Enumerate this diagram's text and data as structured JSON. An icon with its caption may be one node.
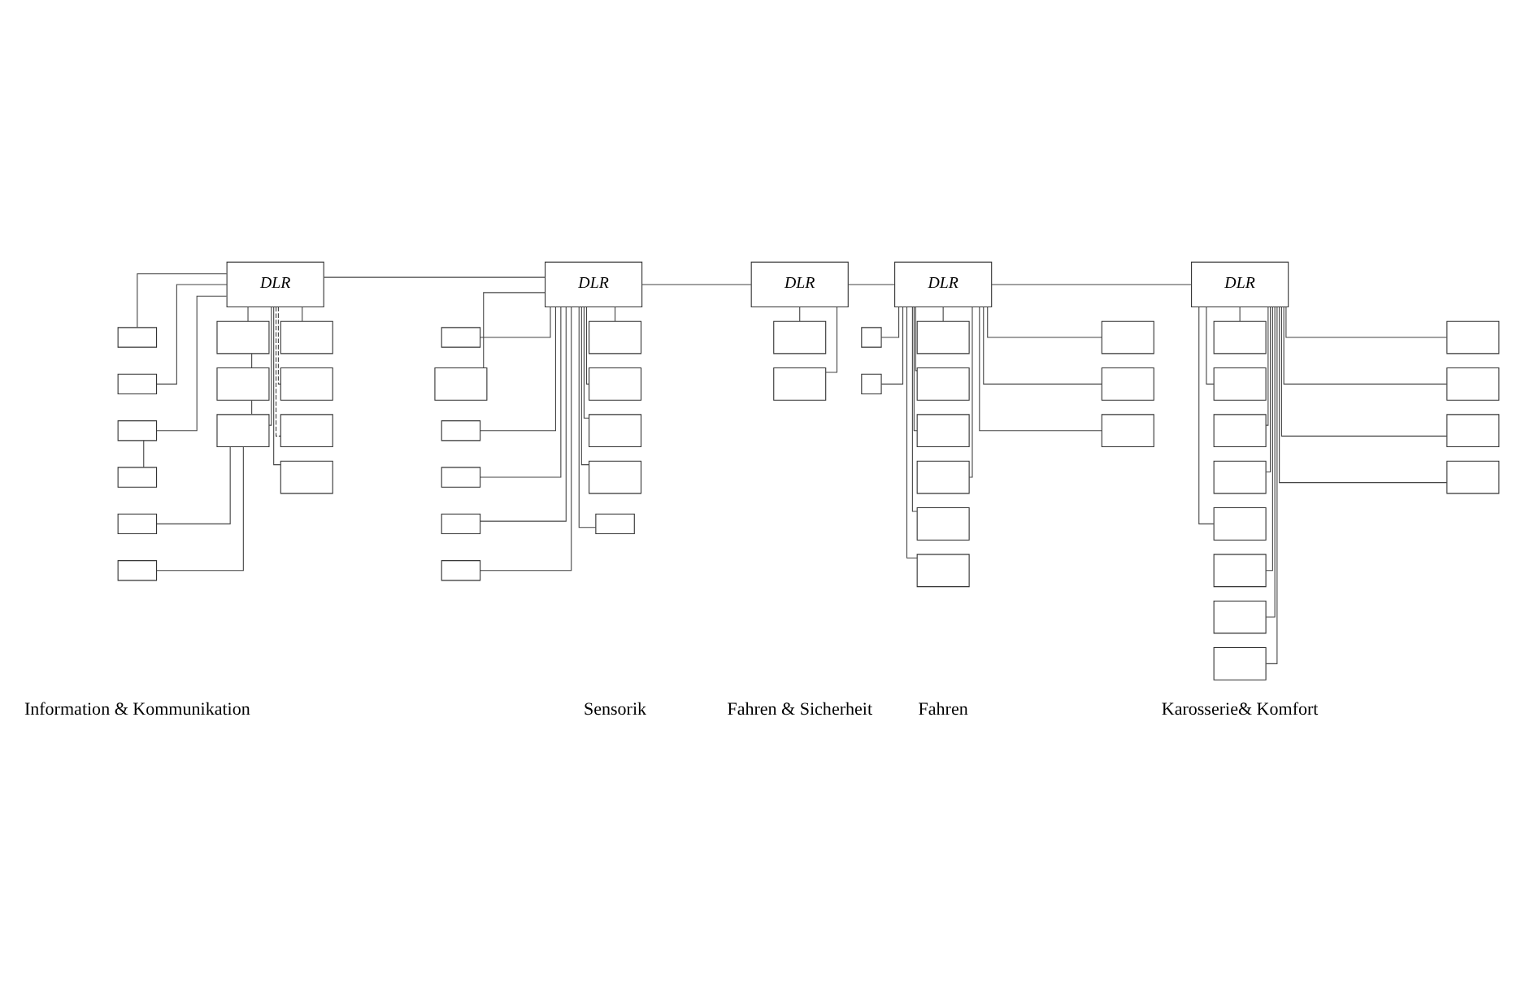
{
  "diagram": {
    "nodes": [
      {
        "text": [
          "DLR"
        ]
      },
      {
        "text": [],
        "shape": "box"
      },
      {
        "text": [],
        "shape": "box"
      },
      {
        "text": [],
        "shape": "box"
      },
      {
        "text": [],
        "shape": "box"
      },
      {
        "text": [],
        "shape": "box"
      },
      {
        "text": [],
        "shape": "box"
      },
      {
        "text": [],
        "shape": "box"
      },
      {
        "text": [],
        "shape": "box"
      },
      {
        "text": [],
        "shape": "box"
      },
      {
        "text": [],
        "shape": "box"
      },
      {
        "text": [],
        "shape": "box"
      },
      {
        "text": [],
        "shape": "box"
      },
      {
        "text": [],
        "shape": "box"
      },
      {
        "text": [
          "DLR"
        ]
      },
      {
        "text": [],
        "shape": "box"
      },
      {
        "text": [],
        "shape": "box"
      },
      {
        "text": [],
        "shape": "box"
      },
      {
        "text": [],
        "shape": "box"
      },
      {
        "text": [],
        "shape": "box"
      },
      {
        "text": [],
        "shape": "box"
      },
      {
        "text": [],
        "shape": "box"
      },
      {
        "text": [],
        "shape": "box"
      },
      {
        "text": [],
        "shape": "box"
      },
      {
        "text": [],
        "shape": "box"
      },
      {
        "text": [],
        "shape": "box"
      },
      {
        "text": [
          "DLR"
        ]
      },
      {
        "text": [],
        "shape": "box"
      },
      {
        "text": [],
        "shape": "box"
      },
      {
        "text": [
          "DLR"
        ]
      },
      {
        "text": [],
        "shape": "box"
      },
      {
        "text": [],
        "shape": "box"
      },
      {
        "text": [],
        "shape": "box"
      },
      {
        "text": [],
        "shape": "box"
      },
      {
        "text": [],
        "shape": "box"
      },
      {
        "text": [],
        "shape": "box"
      },
      {
        "text": [],
        "shape": "box"
      },
      {
        "text": [],
        "shape": "box"
      },
      {
        "text": [],
        "shape": "box"
      },
      {
        "text": [],
        "shape": "box"
      },
      {
        "text": [],
        "shape": "box"
      },
      {
        "text": [
          "DLR"
        ]
      },
      {
        "text": [],
        "shape": "box"
      },
      {
        "text": [],
        "shape": "box"
      },
      {
        "text": [],
        "shape": "box"
      },
      {
        "text": [],
        "shape": "box"
      },
      {
        "text": [],
        "shape": "box"
      },
      {
        "text": [],
        "shape": "box"
      },
      {
        "text": [],
        "shape": "box"
      },
      {
        "text": [],
        "shape": "box"
      },
      {
        "text": [],
        "shape": "box"
      },
      {
        "text": [],
        "shape": "box"
      },
      {
        "text": [],
        "shape": "box"
      },
      {
        "text": [],
        "shape": "box"
      }
    ],
    "edges": [
      {
        "from": 0,
        "to": 14,
        "arrow": "none"
      },
      {
        "from": 14,
        "to": 26,
        "arrow": "none"
      },
      {
        "from": 26,
        "to": 29,
        "arrow": "none"
      },
      {
        "from": 29,
        "to": 41,
        "arrow": "none"
      },
      {
        "from": 0,
        "to": 1,
        "arrow": "none"
      },
      {
        "from": 0,
        "to": 2,
        "arrow": "none"
      },
      {
        "from": 0,
        "to": 3,
        "arrow": "none"
      },
      {
        "from": 3,
        "to": 4,
        "arrow": "none"
      },
      {
        "from": 0,
        "to": 7,
        "arrow": "none"
      },
      {
        "from": 7,
        "to": 8,
        "arrow": "none"
      },
      {
        "from": 8,
        "to": 9,
        "arrow": "none"
      },
      {
        "from": 5,
        "to": 9,
        "arrow": "none"
      },
      {
        "from": 6,
        "to": 9,
        "arrow": "none"
      },
      {
        "from": 9,
        "to": 0,
        "arrow": "none"
      },
      {
        "from": 0,
        "to": 10,
        "arrow": "none"
      },
      {
        "from": 0,
        "to": 11,
        "arrow": "none",
        "style": "dashed"
      },
      {
        "from": 0,
        "to": 12,
        "arrow": "none",
        "style": "dashed"
      },
      {
        "from": 0,
        "to": 13,
        "arrow": "none"
      },
      {
        "from": 14,
        "to": 15,
        "arrow": "none"
      },
      {
        "from": 14,
        "to": 16,
        "arrow": "none"
      },
      {
        "from": 14,
        "to": 17,
        "arrow": "none"
      },
      {
        "from": 14,
        "to": 18,
        "arrow": "none"
      },
      {
        "from": 14,
        "to": 19,
        "arrow": "none"
      },
      {
        "from": 14,
        "to": 20,
        "arrow": "none"
      },
      {
        "from": 14,
        "to": 21,
        "arrow": "none"
      },
      {
        "from": 14,
        "to": 22,
        "arrow": "none"
      },
      {
        "from": 14,
        "to": 23,
        "arrow": "none"
      },
      {
        "from": 14,
        "to": 24,
        "arrow": "none"
      },
      {
        "from": 14,
        "to": 25,
        "arrow": "none"
      },
      {
        "from": 26,
        "to": 27,
        "arrow": "none"
      },
      {
        "from": 26,
        "to": 28,
        "arrow": "none"
      },
      {
        "from": 29,
        "to": 30,
        "arrow": "none"
      },
      {
        "from": 29,
        "to": 31,
        "arrow": "none"
      },
      {
        "from": 29,
        "to": 32,
        "arrow": "none"
      },
      {
        "from": 29,
        "to": 33,
        "arrow": "none"
      },
      {
        "from": 29,
        "to": 34,
        "arrow": "none"
      },
      {
        "from": 29,
        "to": 35,
        "arrow": "none"
      },
      {
        "from": 29,
        "to": 36,
        "arrow": "none"
      },
      {
        "from": 29,
        "to": 37,
        "arrow": "none"
      },
      {
        "from": 29,
        "to": 38,
        "arrow": "none"
      },
      {
        "from": 29,
        "to": 39,
        "arrow": "none"
      },
      {
        "from": 29,
        "to": 40,
        "arrow": "none"
      },
      {
        "from": 41,
        "to": 42,
        "arrow": "none"
      },
      {
        "from": 41,
        "to": 43,
        "arrow": "none"
      },
      {
        "from": 41,
        "to": 44,
        "arrow": "none"
      },
      {
        "from": 41,
        "to": 45,
        "arrow": "none"
      },
      {
        "from": 41,
        "to": 46,
        "arrow": "none"
      },
      {
        "from": 41,
        "to": 47,
        "arrow": "none"
      },
      {
        "from": 41,
        "to": 48,
        "arrow": "none"
      },
      {
        "from": 41,
        "to": 49,
        "arrow": "none"
      },
      {
        "from": 41,
        "to": 50,
        "arrow": "none"
      },
      {
        "from": 41,
        "to": 51,
        "arrow": "none"
      },
      {
        "from": 41,
        "to": 52,
        "arrow": "none"
      },
      {
        "from": 41,
        "to": 53,
        "arrow": "none"
      }
    ],
    "labels": [
      "Information & Kommunikation",
      "Sensorik",
      "Fahren & Sicherheit",
      "Fahren",
      "Karosserie& Komfort"
    ]
  }
}
